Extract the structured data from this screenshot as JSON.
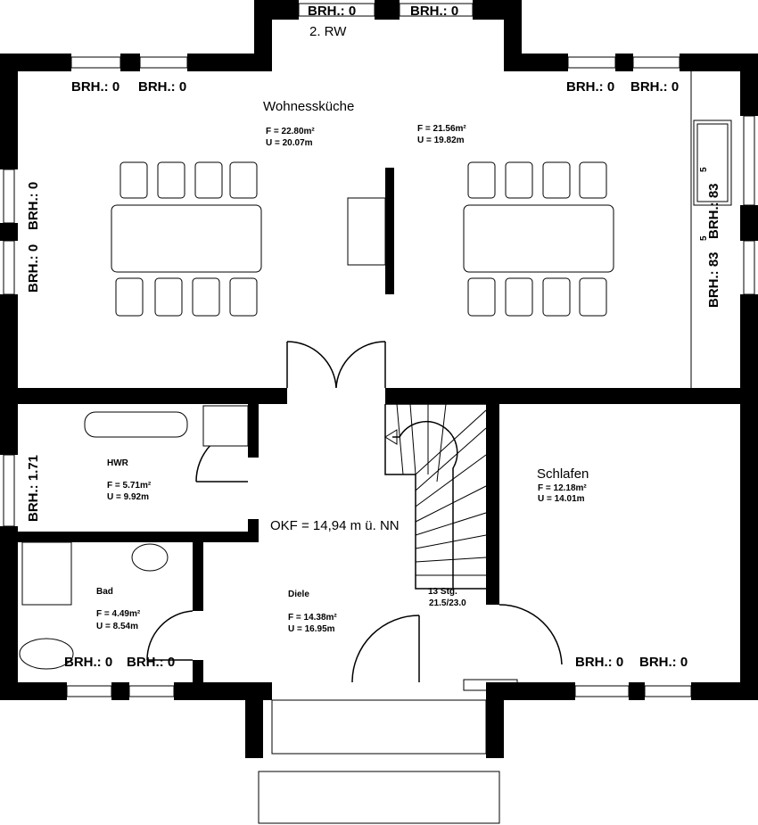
{
  "labels": {
    "brh_0": "BRH.: 0",
    "brh_171": "BRH.: 1.71",
    "brh_83": "BRH.: 83",
    "sup5": "5",
    "rw": "2. RW",
    "okf": "OKF = 14,94 m ü. NN"
  },
  "rooms": {
    "wohnkueche": {
      "name": "Wohnessküche",
      "area": "F = 22.80m²",
      "perimeter": "U = 20.07m"
    },
    "wohnkueche2": {
      "area": "F = 21.56m²",
      "perimeter": "U = 19.82m"
    },
    "hwr": {
      "name": "HWR",
      "area": "F = 5.71m²",
      "perimeter": "U = 9.92m"
    },
    "bad": {
      "name": "Bad",
      "area": "F = 4.49m²",
      "perimeter": "U = 8.54m"
    },
    "diele": {
      "name": "Diele",
      "area": "F = 14.38m²",
      "perimeter": "U = 16.95m"
    },
    "schlafen": {
      "name": "Schlafen",
      "area": "F = 12.18m²",
      "perimeter": "U = 14.01m"
    }
  },
  "stairs": {
    "steps": "13 Stg.",
    "ratio": "21.5/23.0"
  }
}
